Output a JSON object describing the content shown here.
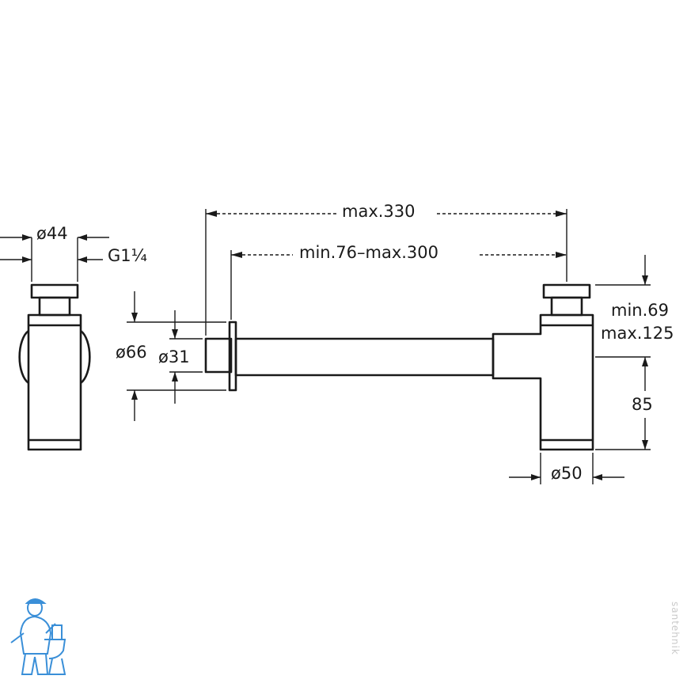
{
  "labels": {
    "dia44": "ø44",
    "g114": "G1¼",
    "max330": "max.330",
    "minmax300": "min.76–max.300",
    "dia66": "ø66",
    "dia31": "ø31",
    "min69": "min.69",
    "max125": "max.125",
    "h85": "85",
    "dia50": "ø50"
  },
  "watermark": "santehnik",
  "colors": {
    "line": "#1a1a1a",
    "logo_blue": "#3a8fd8",
    "watermark": "#c9c9c9"
  }
}
